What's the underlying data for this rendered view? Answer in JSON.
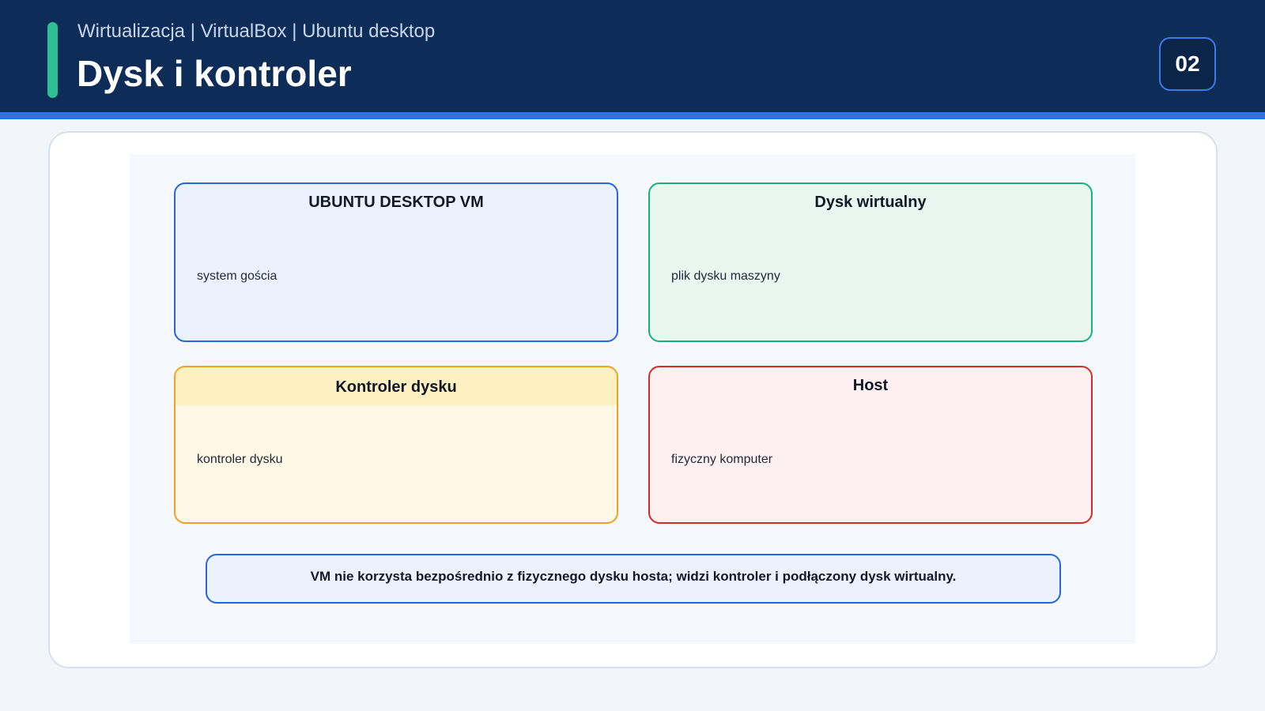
{
  "header": {
    "subtitle": "Wirtualizacja | VirtualBox | Ubuntu desktop",
    "title": "Dysk i kontroler",
    "page_number": "02"
  },
  "diagram": {
    "boxes": [
      {
        "title": "UBUNTU DESKTOP VM",
        "text": "system gościa"
      },
      {
        "title": "Dysk wirtualny",
        "text": "plik dysku maszyny"
      },
      {
        "title": "Kontroler dysku",
        "text": "kontroler dysku"
      },
      {
        "title": "Host",
        "text": "fizyczny komputer"
      }
    ],
    "note": "VM nie korzysta bezpośrednio z fizycznego dysku hosta; widzi kontroler i podłączony dysk wirtualny."
  },
  "colors": {
    "header_bg": "#0d2c57",
    "header_rule": "#2f73e0",
    "accent": "#2fbf94",
    "vm_border": "#2866d8",
    "disk_border": "#17b17e",
    "controller_border": "#f0a024",
    "host_border": "#d42b2b"
  }
}
